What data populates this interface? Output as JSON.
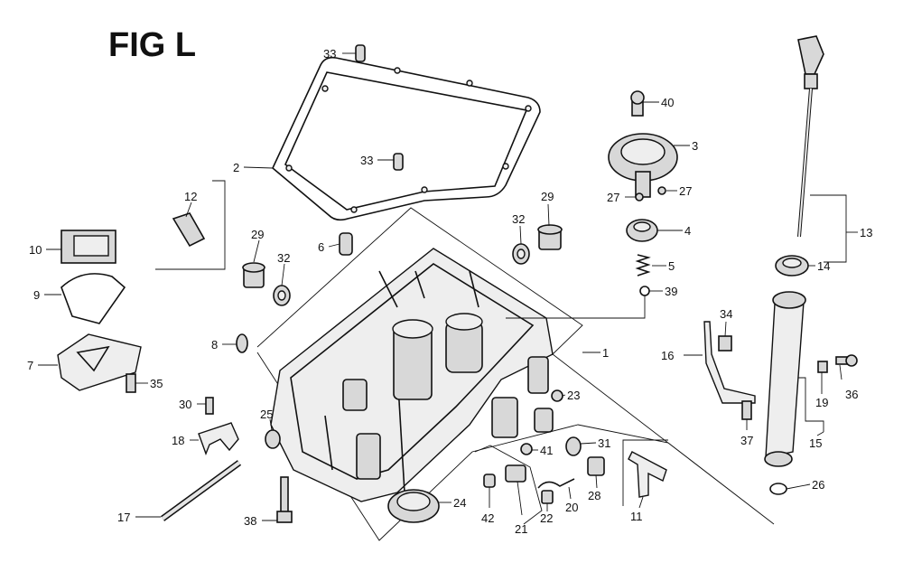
{
  "figure": {
    "title": "FIG L",
    "callouts": [
      {
        "id": "c33a",
        "label": "33"
      },
      {
        "id": "c40",
        "label": "40"
      },
      {
        "id": "c2",
        "label": "2"
      },
      {
        "id": "c3",
        "label": "3"
      },
      {
        "id": "c33b",
        "label": "33"
      },
      {
        "id": "c27a",
        "label": "27"
      },
      {
        "id": "c27b",
        "label": "27"
      },
      {
        "id": "c12",
        "label": "12"
      },
      {
        "id": "c29a",
        "label": "29"
      },
      {
        "id": "c32a",
        "label": "32"
      },
      {
        "id": "c6",
        "label": "6"
      },
      {
        "id": "c4",
        "label": "4"
      },
      {
        "id": "c13",
        "label": "13"
      },
      {
        "id": "c10",
        "label": "10"
      },
      {
        "id": "c29b",
        "label": "29"
      },
      {
        "id": "c32b",
        "label": "32"
      },
      {
        "id": "c5",
        "label": "5"
      },
      {
        "id": "c14",
        "label": "14"
      },
      {
        "id": "c9",
        "label": "9"
      },
      {
        "id": "c39",
        "label": "39"
      },
      {
        "id": "c34",
        "label": "34"
      },
      {
        "id": "c8",
        "label": "8"
      },
      {
        "id": "c1",
        "label": "1"
      },
      {
        "id": "c16",
        "label": "16"
      },
      {
        "id": "c7",
        "label": "7"
      },
      {
        "id": "c35",
        "label": "35"
      },
      {
        "id": "c23",
        "label": "23"
      },
      {
        "id": "c19",
        "label": "19"
      },
      {
        "id": "c36",
        "label": "36"
      },
      {
        "id": "c30",
        "label": "30"
      },
      {
        "id": "c25",
        "label": "25"
      },
      {
        "id": "c18",
        "label": "18"
      },
      {
        "id": "c37",
        "label": "37"
      },
      {
        "id": "c15",
        "label": "15"
      },
      {
        "id": "c31",
        "label": "31"
      },
      {
        "id": "c41",
        "label": "41"
      },
      {
        "id": "c28",
        "label": "28"
      },
      {
        "id": "c24",
        "label": "24"
      },
      {
        "id": "c42",
        "label": "42"
      },
      {
        "id": "c22",
        "label": "22"
      },
      {
        "id": "c20",
        "label": "20"
      },
      {
        "id": "c11",
        "label": "11"
      },
      {
        "id": "c26",
        "label": "26"
      },
      {
        "id": "c17",
        "label": "17"
      },
      {
        "id": "c38",
        "label": "38"
      },
      {
        "id": "c21",
        "label": "21"
      }
    ]
  }
}
